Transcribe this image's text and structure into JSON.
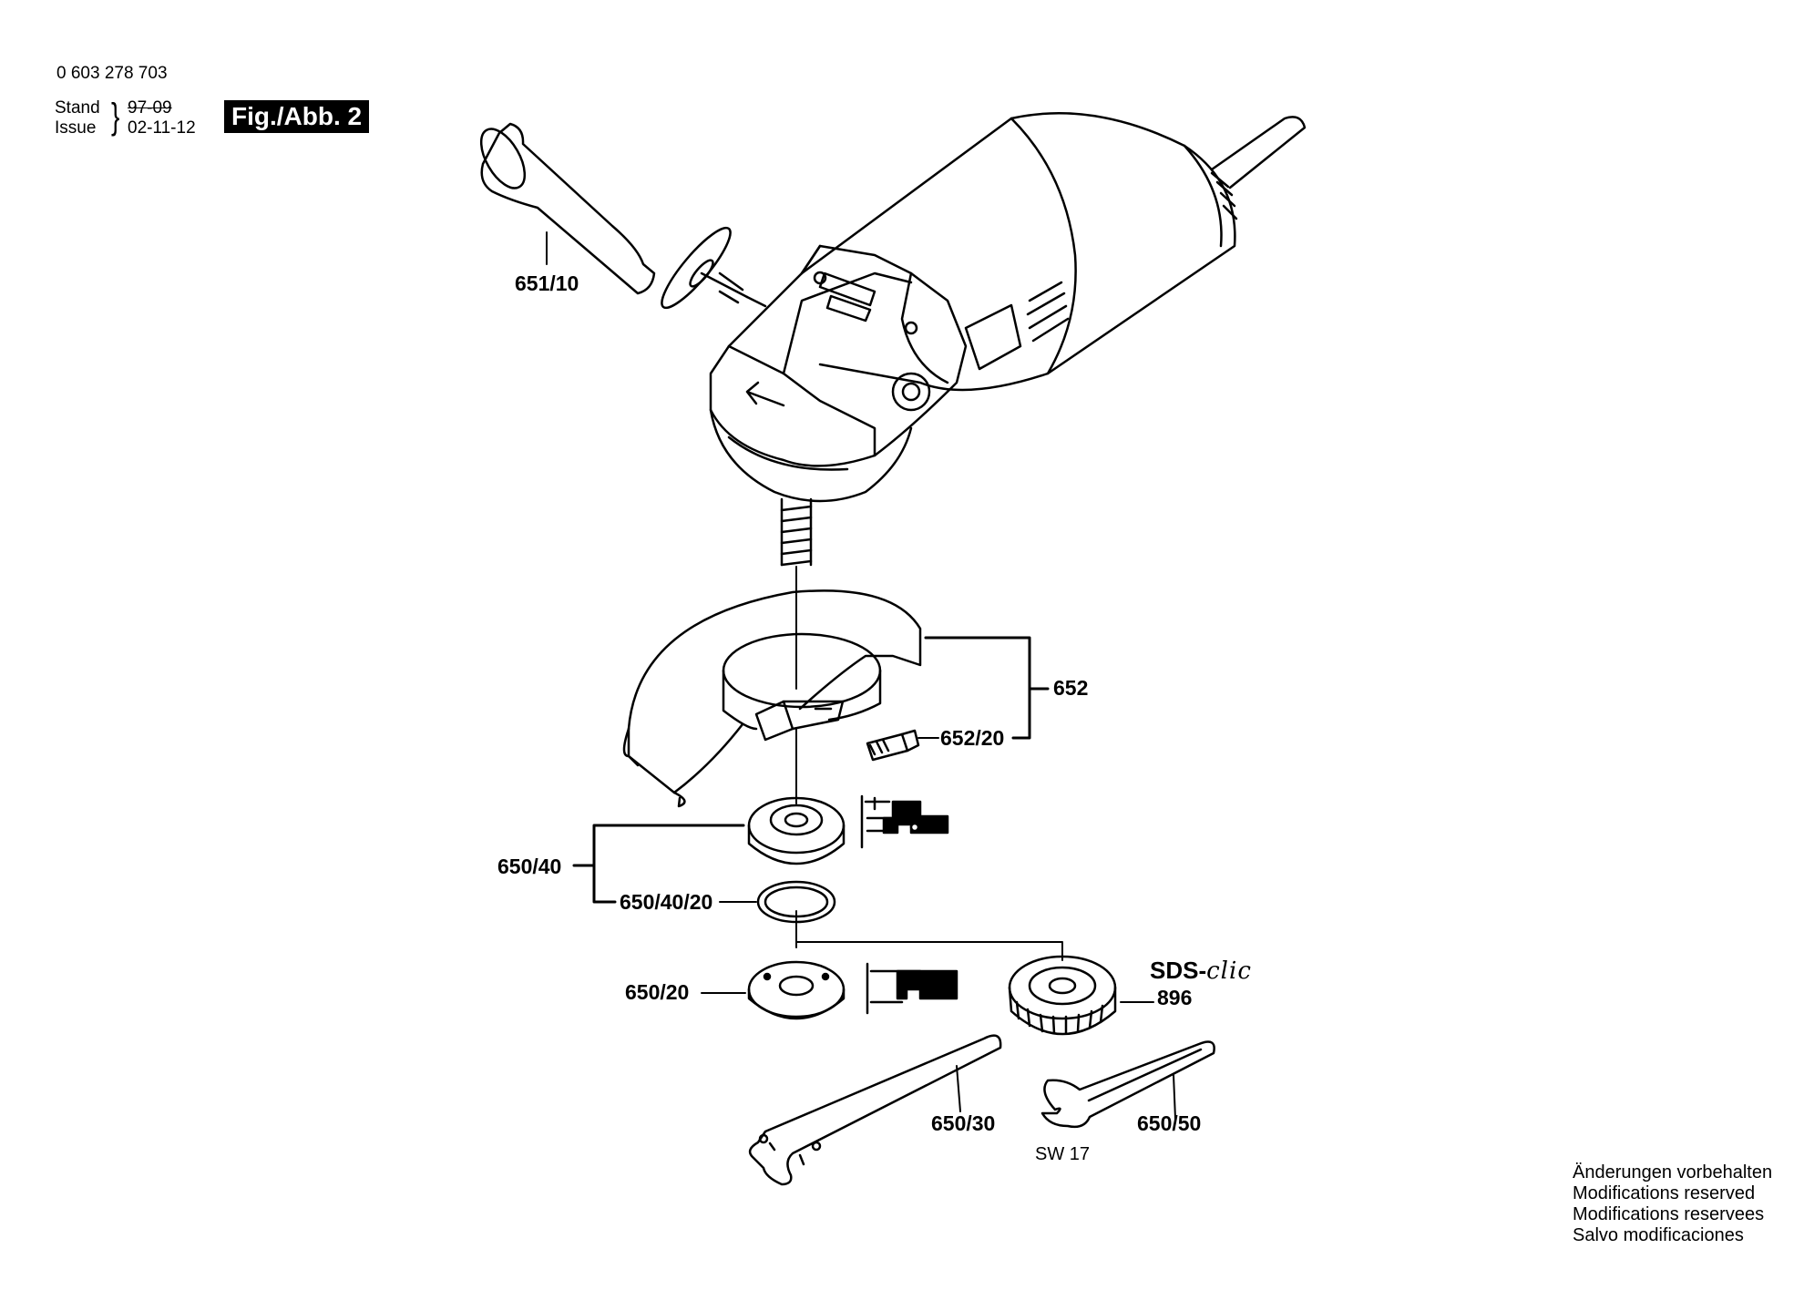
{
  "header": {
    "part_number": "0 603 278 703",
    "stand_label": "Stand",
    "issue_label": "Issue",
    "stand_value": "97-09",
    "issue_value": "02-11-12",
    "figure_label": "Fig./Abb. 2"
  },
  "parts": {
    "p651_10": "651/10",
    "p652": "652",
    "p652_20": "652/20",
    "p650_40": "650/40",
    "p650_40_20": "650/40/20",
    "p650_20": "650/20",
    "p896": "896",
    "p650_30": "650/30",
    "p650_50": "650/50"
  },
  "sds_label": {
    "prefix": "SDS-",
    "suffix": "clic"
  },
  "wrench_size": "SW 17",
  "notes": [
    "Änderungen vorbehalten",
    "Modifications reserved",
    "Modifications reservees",
    "Salvo modificaciones"
  ]
}
